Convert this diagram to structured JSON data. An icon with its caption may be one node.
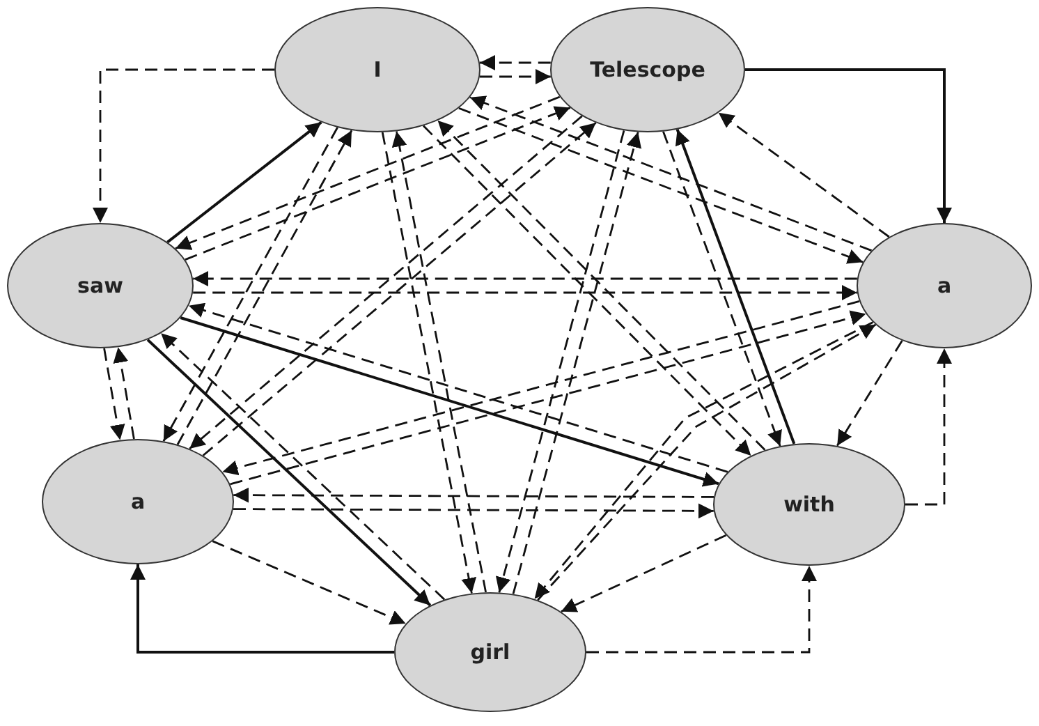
{
  "diagram": {
    "nodes": [
      {
        "text": [
          "I"
        ]
      },
      {
        "text": [
          "Telescope"
        ]
      },
      {
        "text": [
          "saw"
        ]
      },
      {
        "text": [
          "a"
        ]
      },
      {
        "text": [
          "a"
        ]
      },
      {
        "text": [
          "with"
        ]
      },
      {
        "text": [
          "girl"
        ]
      }
    ],
    "edges": [
      {
        "from": 0,
        "to": 1,
        "arrow": "to",
        "style": "dashed"
      },
      {
        "from": 0,
        "to": 2,
        "arrow": "to",
        "style": "dashed"
      },
      {
        "from": 0,
        "to": 3,
        "arrow": "to",
        "style": "dashed"
      },
      {
        "from": 0,
        "to": 4,
        "arrow": "to",
        "style": "dashed"
      },
      {
        "from": 0,
        "to": 5,
        "arrow": "to",
        "style": "dashed"
      },
      {
        "from": 0,
        "to": 6,
        "arrow": "to",
        "style": "dashed"
      },
      {
        "from": 1,
        "to": 0,
        "arrow": "to",
        "style": "dashed"
      },
      {
        "from": 1,
        "to": 2,
        "arrow": "to",
        "style": "dashed"
      },
      {
        "from": 1,
        "to": 3,
        "arrow": "to"
      },
      {
        "from": 1,
        "to": 4,
        "arrow": "to",
        "style": "dashed"
      },
      {
        "from": 1,
        "to": 5,
        "arrow": "to",
        "style": "dashed"
      },
      {
        "from": 1,
        "to": 6,
        "arrow": "to",
        "style": "dashed"
      },
      {
        "from": 2,
        "to": 0,
        "arrow": "to"
      },
      {
        "from": 2,
        "to": 1,
        "arrow": "to",
        "style": "dashed"
      },
      {
        "from": 2,
        "to": 3,
        "arrow": "to",
        "style": "dashed"
      },
      {
        "from": 2,
        "to": 4,
        "arrow": "to",
        "style": "dashed"
      },
      {
        "from": 2,
        "to": 5,
        "arrow": "to"
      },
      {
        "from": 2,
        "to": 6,
        "arrow": "to"
      },
      {
        "from": 3,
        "to": 0,
        "arrow": "to",
        "style": "dashed"
      },
      {
        "from": 3,
        "to": 1,
        "arrow": "to",
        "style": "dashed"
      },
      {
        "from": 3,
        "to": 2,
        "arrow": "to",
        "style": "dashed"
      },
      {
        "from": 3,
        "to": 4,
        "arrow": "to",
        "style": "dashed"
      },
      {
        "from": 3,
        "to": 5,
        "arrow": "to",
        "style": "dashed"
      },
      {
        "from": 3,
        "to": 6,
        "arrow": "to",
        "style": "dashed"
      },
      {
        "from": 4,
        "to": 0,
        "arrow": "to",
        "style": "dashed"
      },
      {
        "from": 4,
        "to": 1,
        "arrow": "to",
        "style": "dashed"
      },
      {
        "from": 4,
        "to": 2,
        "arrow": "to",
        "style": "dashed"
      },
      {
        "from": 4,
        "to": 3,
        "arrow": "to",
        "style": "dashed"
      },
      {
        "from": 4,
        "to": 5,
        "arrow": "to",
        "style": "dashed"
      },
      {
        "from": 4,
        "to": 6,
        "arrow": "to",
        "style": "dashed"
      },
      {
        "from": 5,
        "to": 0,
        "arrow": "to",
        "style": "dashed"
      },
      {
        "from": 5,
        "to": 1,
        "arrow": "to"
      },
      {
        "from": 5,
        "to": 2,
        "arrow": "to",
        "style": "dashed"
      },
      {
        "from": 5,
        "to": 3,
        "arrow": "to",
        "style": "dashed"
      },
      {
        "from": 5,
        "to": 4,
        "arrow": "to",
        "style": "dashed"
      },
      {
        "from": 5,
        "to": 6,
        "arrow": "to",
        "style": "dashed"
      },
      {
        "from": 6,
        "to": 0,
        "arrow": "to",
        "style": "dashed"
      },
      {
        "from": 6,
        "to": 1,
        "arrow": "to",
        "style": "dashed"
      },
      {
        "from": 6,
        "to": 2,
        "arrow": "to",
        "style": "dashed"
      },
      {
        "from": 6,
        "to": 3,
        "arrow": "to",
        "style": "dashed"
      },
      {
        "from": 6,
        "to": 4,
        "arrow": "to"
      },
      {
        "from": 6,
        "to": 5,
        "arrow": "to",
        "style": "dashed"
      }
    ]
  }
}
